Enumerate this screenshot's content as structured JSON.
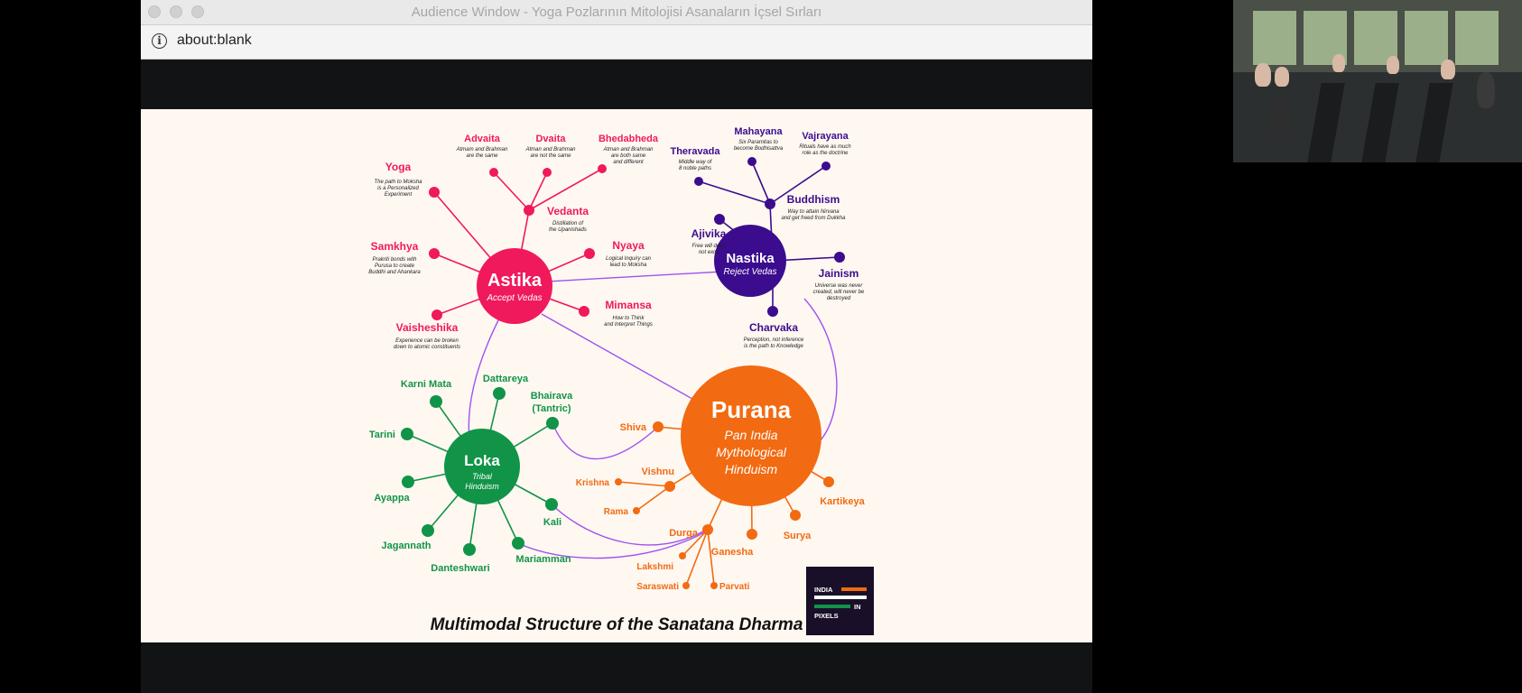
{
  "window": {
    "title": "Audience Window - Yoga Pozlarının Mitolojisi Asanaların İçsel Sırları",
    "url": "about:blank"
  },
  "slide": {
    "title": "Multimodal Structure of the Sanatana Dharma",
    "logo": {
      "line1": "INDIA",
      "line2": "IN",
      "line3": "PIXELS"
    },
    "colors": {
      "astika": "#f0195c",
      "nastika": "#3b0c8e",
      "purana": "#f26a11",
      "loka": "#119447",
      "link": "#a052f0",
      "background": "#fff8f1"
    },
    "astika": {
      "name": "Astika",
      "sub": "Accept Vedas",
      "branches": [
        {
          "name": "Yoga",
          "desc": [
            "The path to Moksha",
            "is a Personalized",
            "Experiment"
          ]
        },
        {
          "name": "Samkhya",
          "desc": [
            "Prakriti bonds with",
            "Purusa to create",
            "Buddhi and Ahankara"
          ]
        },
        {
          "name": "Vaisheshika",
          "desc": [
            "Experience can be broken",
            "down to atomic constituents"
          ]
        },
        {
          "name": "Vedanta",
          "desc": [
            "Distillation of",
            "the Upanishads"
          ]
        },
        {
          "name": "Nyaya",
          "desc": [
            "Logical Inquiry can",
            "lead to Moksha"
          ]
        },
        {
          "name": "Mimansa",
          "desc": [
            "How to Think",
            "and Interpret Things"
          ]
        }
      ],
      "vedanta_schools": [
        {
          "name": "Advaita",
          "desc": [
            "Atmam and Brahman",
            "are the same"
          ]
        },
        {
          "name": "Dvaita",
          "desc": [
            "Atman and Brahman",
            "are not the same"
          ]
        },
        {
          "name": "Bhedabheda",
          "desc": [
            "Atman and Brahman",
            "are both same",
            "and different"
          ]
        }
      ]
    },
    "nastika": {
      "name": "Nastika",
      "sub": "Reject Vedas",
      "branches": [
        {
          "name": "Buddhism",
          "desc": [
            "Way to attain Nirvana",
            "and get freed from Dukkha"
          ]
        },
        {
          "name": "Ajivika",
          "desc": [
            "Free will does",
            "not exist"
          ]
        },
        {
          "name": "Jainism",
          "desc": [
            "Universe was never",
            "created, will never be",
            "destroyed"
          ]
        },
        {
          "name": "Charvaka",
          "desc": [
            "Perception, not inference",
            "is the path to Knowledge"
          ]
        }
      ],
      "buddhism_schools": [
        {
          "name": "Theravada",
          "desc": [
            "Middle way of",
            "8 noble paths"
          ]
        },
        {
          "name": "Mahayana",
          "desc": [
            "Six Paramitas to",
            "become Bodhisattva"
          ]
        },
        {
          "name": "Vajrayana",
          "desc": [
            "Rituals have as much",
            "role as the doctrine"
          ]
        }
      ]
    },
    "purana": {
      "name": "Purana",
      "sub": [
        "Pan India",
        "Mythological",
        "Hinduism"
      ],
      "deities": [
        "Shiva",
        "Vishnu",
        "Krishna",
        "Rama",
        "Durga",
        "Lakshmi",
        "Saraswati",
        "Parvati",
        "Ganesha",
        "Surya",
        "Kartikeya"
      ]
    },
    "loka": {
      "name": "Loka",
      "sub": [
        "Tribal",
        "Hinduism"
      ],
      "deities": [
        "Karni Mata",
        "Dattareya",
        "Bhairava",
        "(Tantric)",
        "Tarini",
        "Ayappa",
        "Jagannath",
        "Danteshwari",
        "Mariamman",
        "Kali"
      ]
    }
  }
}
